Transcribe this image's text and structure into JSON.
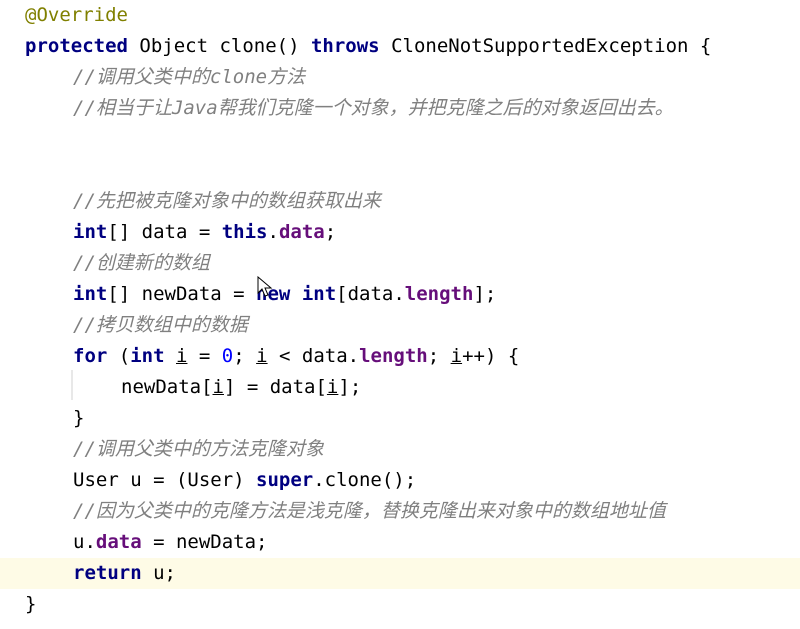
{
  "editor": {
    "lines": [
      {
        "key": "l01",
        "tokens": [
          [
            "ann",
            "@Override"
          ]
        ]
      },
      {
        "key": "l02",
        "tokens": [
          [
            "kw",
            "protected"
          ],
          [
            "plain",
            " Object clone() "
          ],
          [
            "kw",
            "throws"
          ],
          [
            "plain",
            " CloneNotSupportedException {"
          ]
        ]
      },
      {
        "key": "l03",
        "tokens": [
          [
            "cm",
            "//调用父类中的clone方法"
          ]
        ]
      },
      {
        "key": "l04",
        "tokens": [
          [
            "cm",
            "//相当于让Java帮我们克隆一个对象，并把克隆之后的对象返回出去。"
          ]
        ]
      },
      {
        "key": "l05",
        "tokens": []
      },
      {
        "key": "l06",
        "tokens": []
      },
      {
        "key": "l07",
        "tokens": [
          [
            "cm",
            "//先把被克隆对象中的数组获取出来"
          ]
        ]
      },
      {
        "key": "l08",
        "tokens": [
          [
            "kw",
            "int"
          ],
          [
            "plain",
            "[] data = "
          ],
          [
            "kw",
            "this"
          ],
          [
            "plain",
            "."
          ],
          [
            "field",
            "data"
          ],
          [
            "plain",
            ";"
          ]
        ]
      },
      {
        "key": "l09",
        "tokens": [
          [
            "cm",
            "//创建新的数组"
          ]
        ]
      },
      {
        "key": "l10",
        "tokens": [
          [
            "kw",
            "int"
          ],
          [
            "plain",
            "[] newData = "
          ],
          [
            "kw",
            "new"
          ],
          [
            "plain",
            " "
          ],
          [
            "kw",
            "int"
          ],
          [
            "plain",
            "[data."
          ],
          [
            "field",
            "length"
          ],
          [
            "plain",
            "];"
          ]
        ]
      },
      {
        "key": "l11",
        "tokens": [
          [
            "cm",
            "//拷贝数组中的数据"
          ]
        ]
      },
      {
        "key": "l12",
        "tokens": [
          [
            "kw",
            "for"
          ],
          [
            "plain",
            " ("
          ],
          [
            "kw",
            "int"
          ],
          [
            "plain",
            " "
          ],
          [
            "under",
            "i"
          ],
          [
            "plain",
            " = "
          ],
          [
            "num",
            "0"
          ],
          [
            "plain",
            "; "
          ],
          [
            "under",
            "i"
          ],
          [
            "plain",
            " < data."
          ],
          [
            "field",
            "length"
          ],
          [
            "plain",
            "; "
          ],
          [
            "under",
            "i"
          ],
          [
            "plain",
            "++) {"
          ]
        ]
      },
      {
        "key": "l13",
        "tokens": [
          [
            "plain",
            "newData["
          ],
          [
            "under",
            "i"
          ],
          [
            "plain",
            "] = data["
          ],
          [
            "under",
            "i"
          ],
          [
            "plain",
            "];"
          ]
        ]
      },
      {
        "key": "l14",
        "tokens": [
          [
            "plain",
            "}"
          ]
        ]
      },
      {
        "key": "l15",
        "tokens": [
          [
            "cm",
            "//调用父类中的方法克隆对象"
          ]
        ]
      },
      {
        "key": "l16",
        "tokens": [
          [
            "plain",
            "User u = (User) "
          ],
          [
            "kw",
            "super"
          ],
          [
            "plain",
            ".clone();"
          ]
        ]
      },
      {
        "key": "l17",
        "tokens": [
          [
            "cm",
            "//因为父类中的克隆方法是浅克隆，替换克隆出来对象中的数组地址值"
          ]
        ]
      },
      {
        "key": "l18",
        "tokens": [
          [
            "plain",
            "u."
          ],
          [
            "field",
            "data"
          ],
          [
            "plain",
            " = newData;"
          ]
        ]
      },
      {
        "key": "l19",
        "tokens": [
          [
            "kw",
            "return"
          ],
          [
            "plain",
            " u;"
          ]
        ]
      },
      {
        "key": "l20",
        "tokens": [
          [
            "plain",
            "}"
          ]
        ]
      }
    ],
    "current_line": "l19",
    "cursor_icon": "mouse-pointer-icon"
  }
}
